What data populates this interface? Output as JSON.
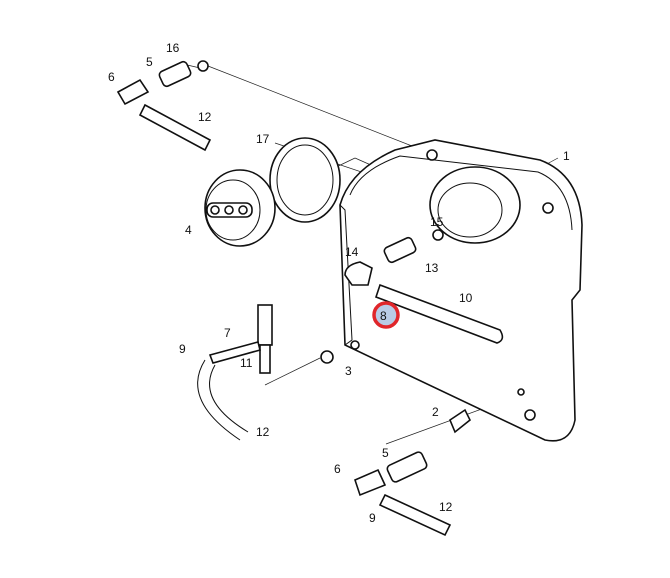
{
  "diagram": {
    "highlight_color": "#e0262b",
    "highlight_fill": "#b9cbe6",
    "selected_part": "8",
    "callouts": [
      {
        "id": "c16",
        "text": "16"
      },
      {
        "id": "c5a",
        "text": "5"
      },
      {
        "id": "c6a",
        "text": "6"
      },
      {
        "id": "c12a",
        "text": "12"
      },
      {
        "id": "c17",
        "text": "17"
      },
      {
        "id": "c1",
        "text": "1"
      },
      {
        "id": "c4",
        "text": "4"
      },
      {
        "id": "c15",
        "text": "15"
      },
      {
        "id": "c14",
        "text": "14"
      },
      {
        "id": "c13",
        "text": "13"
      },
      {
        "id": "c10",
        "text": "10"
      },
      {
        "id": "c8",
        "text": "8"
      },
      {
        "id": "c7",
        "text": "7"
      },
      {
        "id": "c9a",
        "text": "9"
      },
      {
        "id": "c11",
        "text": "11"
      },
      {
        "id": "c3",
        "text": "3"
      },
      {
        "id": "c2",
        "text": "2"
      },
      {
        "id": "c12b",
        "text": "12"
      },
      {
        "id": "c5b",
        "text": "5"
      },
      {
        "id": "c6b",
        "text": "6"
      },
      {
        "id": "c12c",
        "text": "12"
      },
      {
        "id": "c9b",
        "text": "9"
      }
    ]
  }
}
